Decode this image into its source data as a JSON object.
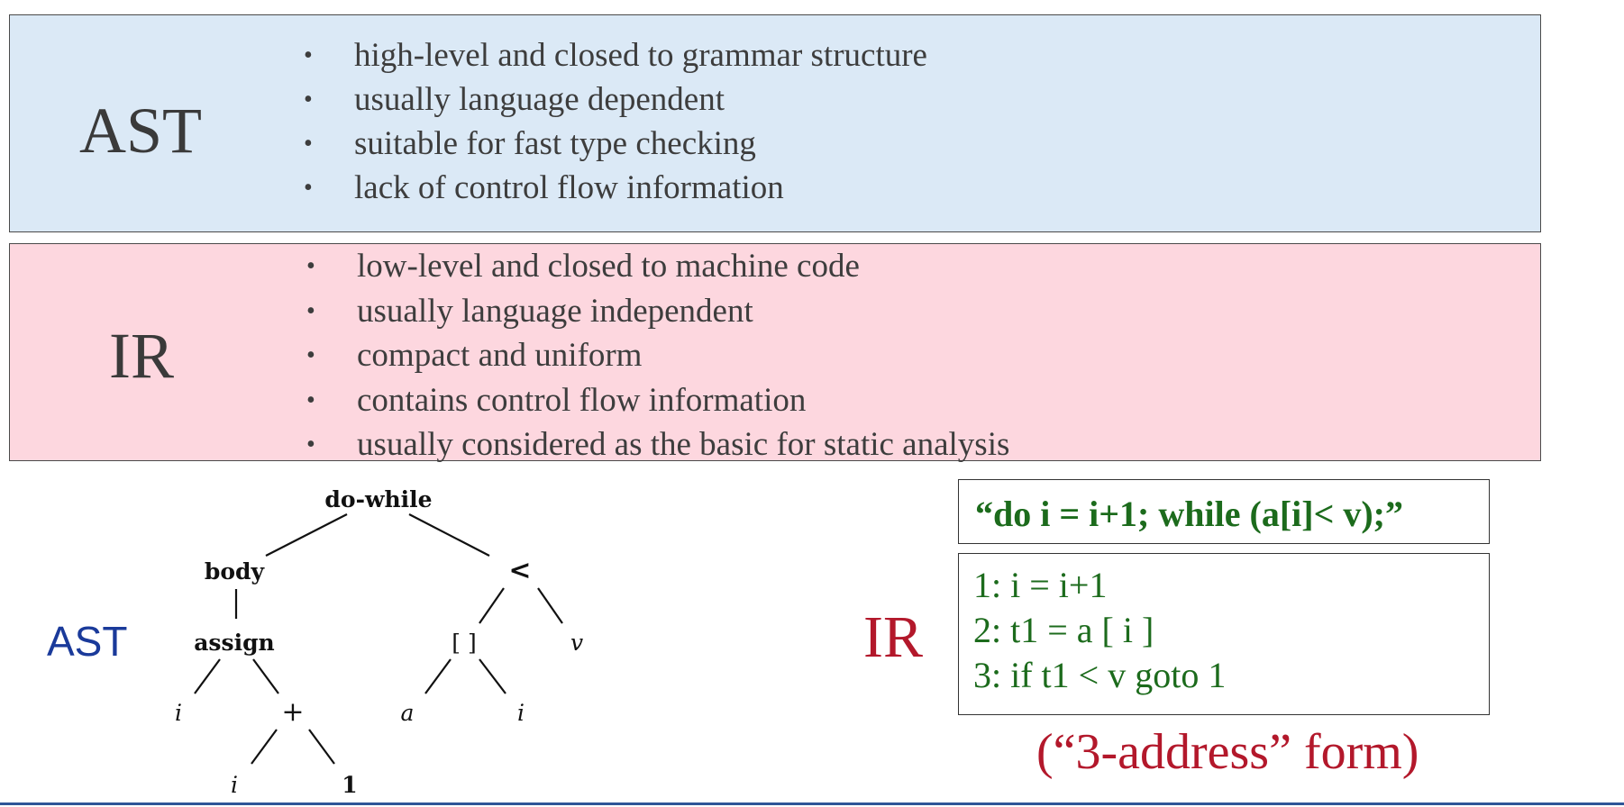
{
  "ast_panel": {
    "title": "AST",
    "bullets": [
      "high-level and closed to grammar structure",
      "usually language dependent",
      "suitable for fast type checking",
      "lack of control flow information"
    ]
  },
  "ir_panel": {
    "title": "IR",
    "bullets": [
      "low-level and closed to machine code",
      "usually language independent",
      "compact and uniform",
      "contains control flow information",
      "usually considered as the basic for static analysis"
    ]
  },
  "example": {
    "ast_label": "AST",
    "tree": {
      "root": "do-while",
      "body": "body",
      "cond": "<",
      "assign": "assign",
      "index": "[ ]",
      "v": "v",
      "i1": "i",
      "plus": "+",
      "a": "a",
      "i2": "i",
      "i3": "i",
      "one": "1"
    },
    "ir_label": "IR",
    "source": "“do i = i+1; while (a[i]< v);”",
    "code_lines": [
      "1: i = i+1",
      "2: t1 = a [ i ]",
      "3: if t1 < v goto 1"
    ],
    "caption": "(“3-address” form)"
  },
  "colors": {
    "ast_panel_bg": "#dbe9f6",
    "ir_panel_bg": "#fdd7df",
    "ast_label": "#1a3a9a",
    "ir_accent": "#b3182b",
    "code_green": "#1c6b1c"
  }
}
